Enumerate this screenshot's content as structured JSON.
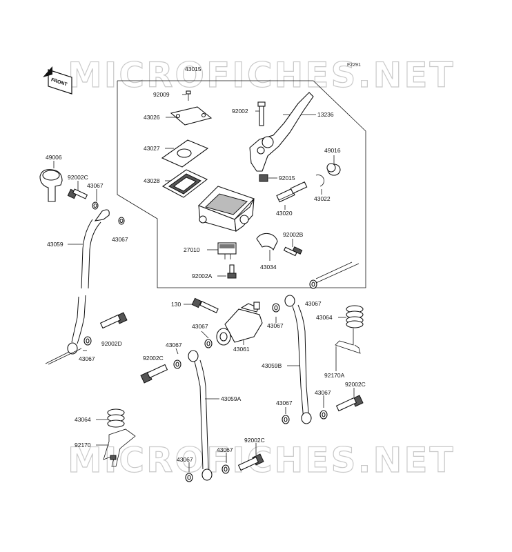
{
  "figure_code": "F2291",
  "watermark": "MICROFICHES.NET",
  "front_label": "FRONT",
  "part_labels": [
    {
      "id": "p43015",
      "text": "43015"
    },
    {
      "id": "p92009",
      "text": "92009"
    },
    {
      "id": "p43026",
      "text": "43026"
    },
    {
      "id": "p43027",
      "text": "43027"
    },
    {
      "id": "p43028",
      "text": "43028"
    },
    {
      "id": "p92002",
      "text": "92002"
    },
    {
      "id": "p13236",
      "text": "13236"
    },
    {
      "id": "p49016",
      "text": "49016"
    },
    {
      "id": "p92015",
      "text": "92015"
    },
    {
      "id": "p43022",
      "text": "43022"
    },
    {
      "id": "p43020",
      "text": "43020"
    },
    {
      "id": "p92002B",
      "text": "92002B"
    },
    {
      "id": "p27010",
      "text": "27010"
    },
    {
      "id": "p43034",
      "text": "43034"
    },
    {
      "id": "p92002A",
      "text": "92002A"
    },
    {
      "id": "p49006",
      "text": "49006"
    },
    {
      "id": "p92002C_a",
      "text": "92002C"
    },
    {
      "id": "p43067_a",
      "text": "43067"
    },
    {
      "id": "p43067_b",
      "text": "43067"
    },
    {
      "id": "p43059",
      "text": "43059"
    },
    {
      "id": "p92002D",
      "text": "92002D"
    },
    {
      "id": "p43067_c",
      "text": "43067"
    },
    {
      "id": "p130",
      "text": "130"
    },
    {
      "id": "p43067_d",
      "text": "43067"
    },
    {
      "id": "p43067_e",
      "text": "43067"
    },
    {
      "id": "p43067_f",
      "text": "43067"
    },
    {
      "id": "p43061",
      "text": "43061"
    },
    {
      "id": "p43067_g",
      "text": "43067"
    },
    {
      "id": "p43064_a",
      "text": "43064"
    },
    {
      "id": "p92002C_b",
      "text": "92002C"
    },
    {
      "id": "p43059B",
      "text": "43059B"
    },
    {
      "id": "p92170A",
      "text": "92170A"
    },
    {
      "id": "p43059A",
      "text": "43059A"
    },
    {
      "id": "p43067_h",
      "text": "43067"
    },
    {
      "id": "p43067_i",
      "text": "43067"
    },
    {
      "id": "p92002C_c",
      "text": "92002C"
    },
    {
      "id": "p43064_b",
      "text": "43064"
    },
    {
      "id": "p92170",
      "text": "92170"
    },
    {
      "id": "p43067_j",
      "text": "43067"
    },
    {
      "id": "p43067_k",
      "text": "43067"
    },
    {
      "id": "p92002C_d",
      "text": "92002C"
    }
  ]
}
